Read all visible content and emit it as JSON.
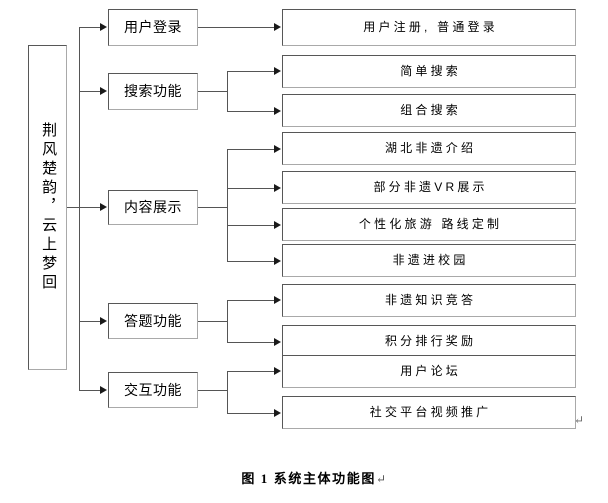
{
  "figure": {
    "caption": "图 1 系统主体功能图",
    "caption_mark": "↵",
    "inline_mark": "↵"
  },
  "chart_data": {
    "type": "diagram",
    "diagram_kind": "tree / functional decomposition",
    "orientation": "left-to-right",
    "root": "荆风楚韵，云上梦回",
    "levels": 3,
    "nodes": [
      {
        "id": "root",
        "label": "荆风楚韵，云上梦回",
        "level": 0,
        "text_direction": "vertical"
      },
      {
        "id": "m1",
        "label": "用户登录",
        "level": 1,
        "parent": "root"
      },
      {
        "id": "m2",
        "label": "搜索功能",
        "level": 1,
        "parent": "root"
      },
      {
        "id": "m3",
        "label": "内容展示",
        "level": 1,
        "parent": "root"
      },
      {
        "id": "m4",
        "label": "答题功能",
        "level": 1,
        "parent": "root"
      },
      {
        "id": "m5",
        "label": "交互功能",
        "level": 1,
        "parent": "root"
      },
      {
        "id": "l1",
        "label": "用户注册, 普通登录",
        "level": 2,
        "parent": "m1"
      },
      {
        "id": "l2",
        "label": "简单搜索",
        "level": 2,
        "parent": "m2"
      },
      {
        "id": "l3",
        "label": "组合搜索",
        "level": 2,
        "parent": "m2"
      },
      {
        "id": "l4",
        "label": "湖北非遗介绍",
        "level": 2,
        "parent": "m3"
      },
      {
        "id": "l5",
        "label": "部分非遗VR展示",
        "level": 2,
        "parent": "m3"
      },
      {
        "id": "l6",
        "label": "个性化旅游 路线定制",
        "level": 2,
        "parent": "m3"
      },
      {
        "id": "l7",
        "label": "非遗进校园",
        "level": 2,
        "parent": "m3"
      },
      {
        "id": "l8",
        "label": "非遗知识竞答",
        "level": 2,
        "parent": "m4"
      },
      {
        "id": "l9",
        "label": "积分排行奖励",
        "level": 2,
        "parent": "m4"
      },
      {
        "id": "l10",
        "label": "用户论坛",
        "level": 2,
        "parent": "m5"
      },
      {
        "id": "l11",
        "label": "社交平台视频推广",
        "level": 2,
        "parent": "m5"
      }
    ],
    "title": "图 1 系统主体功能图",
    "colors": {
      "background": "#ffffff",
      "box_border_dark": "#575757",
      "box_border_light": "#a9a9a9",
      "connector": "#555555",
      "text": "#000000"
    }
  },
  "root": {
    "label": "荆风楚韵，云上梦回"
  },
  "mid": {
    "items": [
      {
        "label": "用户登录"
      },
      {
        "label": "搜索功能"
      },
      {
        "label": "内容展示"
      },
      {
        "label": "答题功能"
      },
      {
        "label": "交互功能"
      }
    ]
  },
  "leaf": {
    "items": [
      {
        "label": "用户注册, 普通登录"
      },
      {
        "label": "简单搜索"
      },
      {
        "label": "组合搜索"
      },
      {
        "label": "湖北非遗介绍"
      },
      {
        "label": "部分非遗VR展示"
      },
      {
        "label": "个性化旅游 路线定制"
      },
      {
        "label": "非遗进校园"
      },
      {
        "label": "非遗知识竞答"
      },
      {
        "label": "积分排行奖励"
      },
      {
        "label": "用户论坛"
      },
      {
        "label": "社交平台视频推广"
      }
    ]
  }
}
